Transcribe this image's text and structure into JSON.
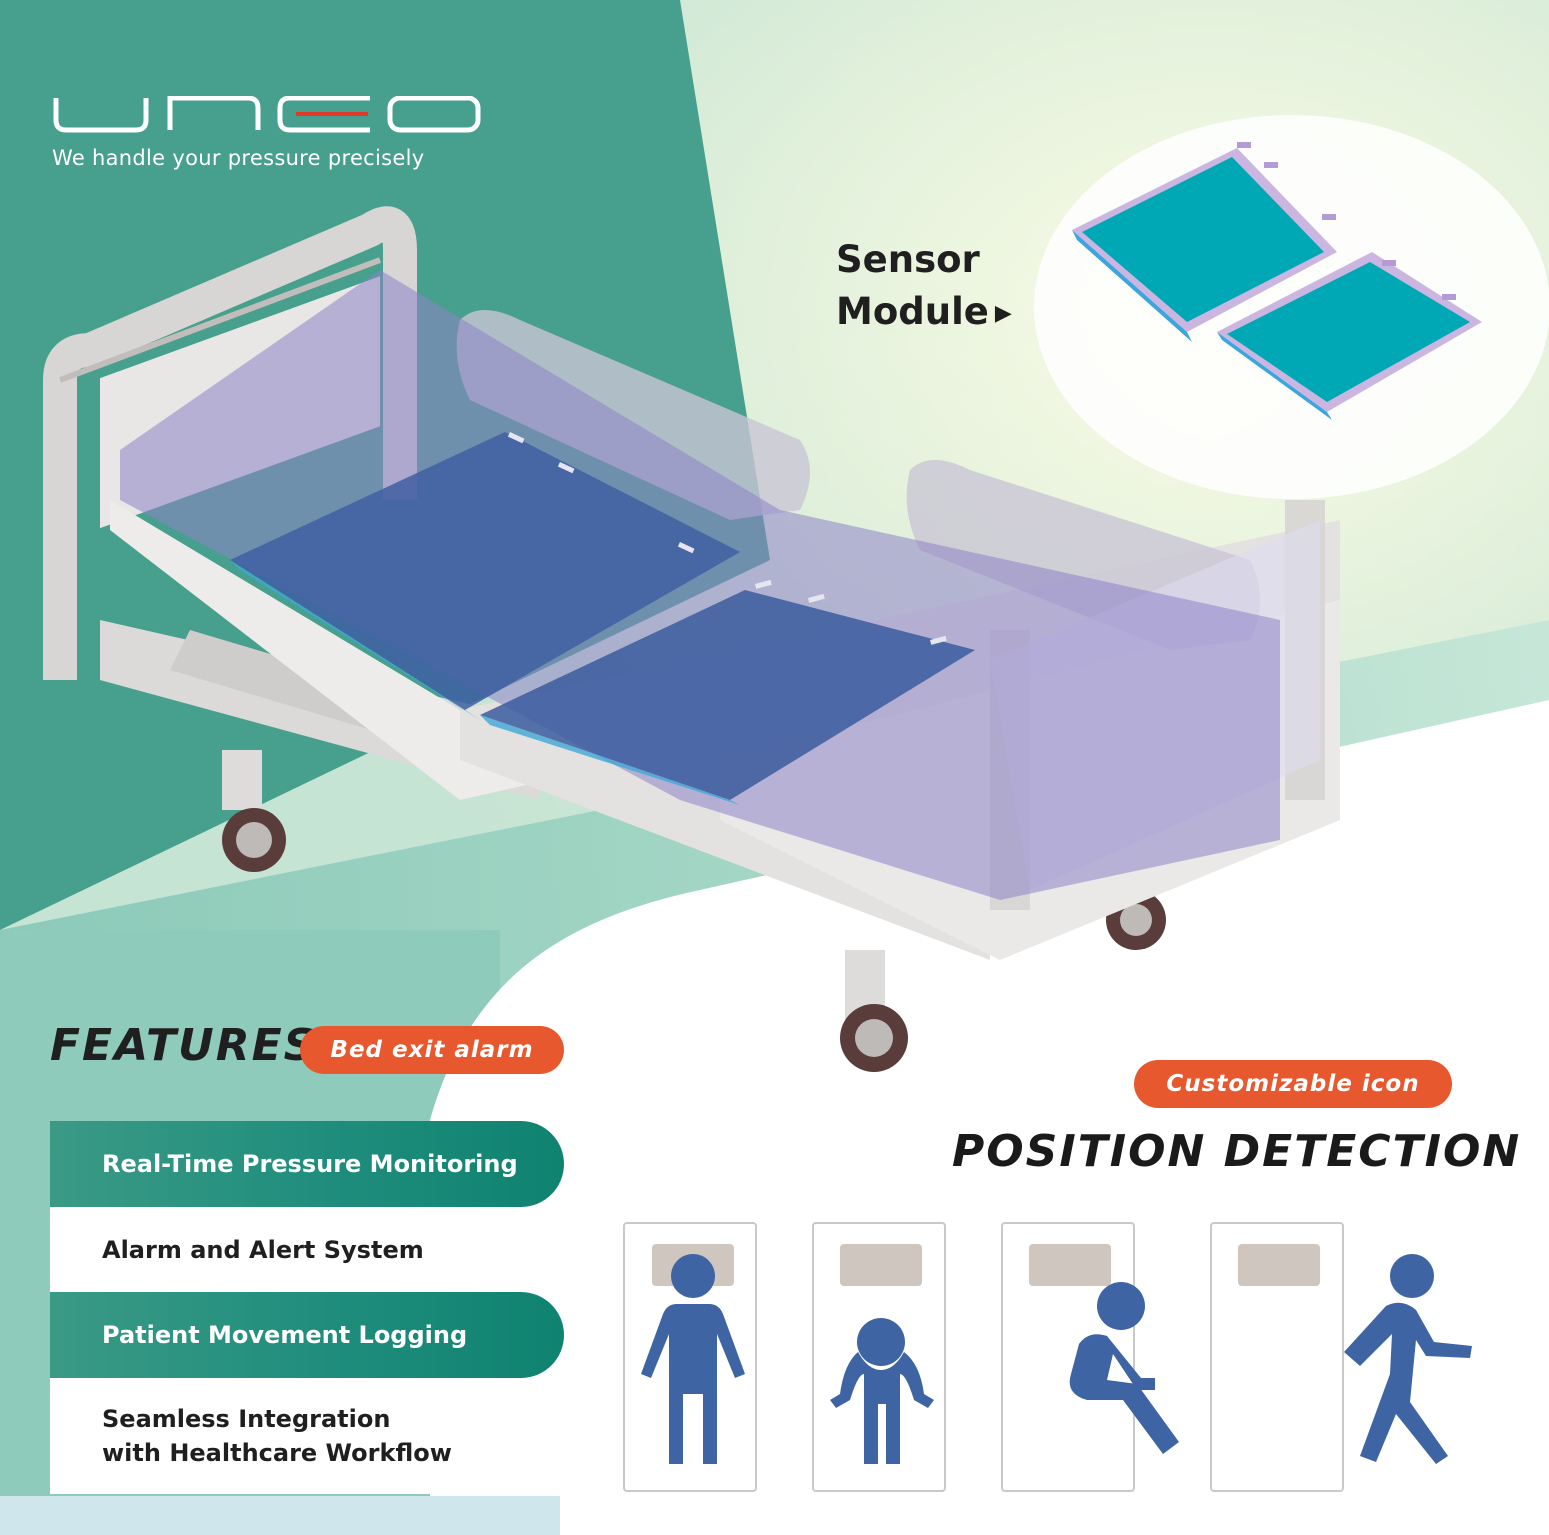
{
  "brand": {
    "logo_text": "UNEO",
    "tagline": "We handle your pressure precisely"
  },
  "sensor_module": {
    "label_line1": "Sensor",
    "label_line2": "Module",
    "arrow_icon": "triangle-right-icon"
  },
  "features": {
    "title": "FEATURES",
    "badge": "Bed exit alarm",
    "items": [
      {
        "label": "Real-Time Pressure Monitoring",
        "style": "teal"
      },
      {
        "label": "Alarm and Alert System",
        "style": "white"
      },
      {
        "label": "Patient Movement Logging",
        "style": "teal"
      },
      {
        "label": "Seamless Integration\nwith Healthcare Workflow",
        "style": "white"
      }
    ]
  },
  "position_detection": {
    "badge": "Customizable icon",
    "title": "POSITION DETECTION",
    "icons": [
      "supine-person-icon",
      "lying-side-person-icon",
      "sitting-person-icon",
      "walking-person-icon"
    ]
  },
  "colors": {
    "teal_dark": "#3d9f8a",
    "teal_light": "#a8d8c8",
    "orange_badge": "#e8582e",
    "figure_blue": "#3e64a3",
    "pillow_grey": "#cfc6bf",
    "bed_overlay_purple": "#8e83c9",
    "sensor_teal": "#00a8b5"
  }
}
